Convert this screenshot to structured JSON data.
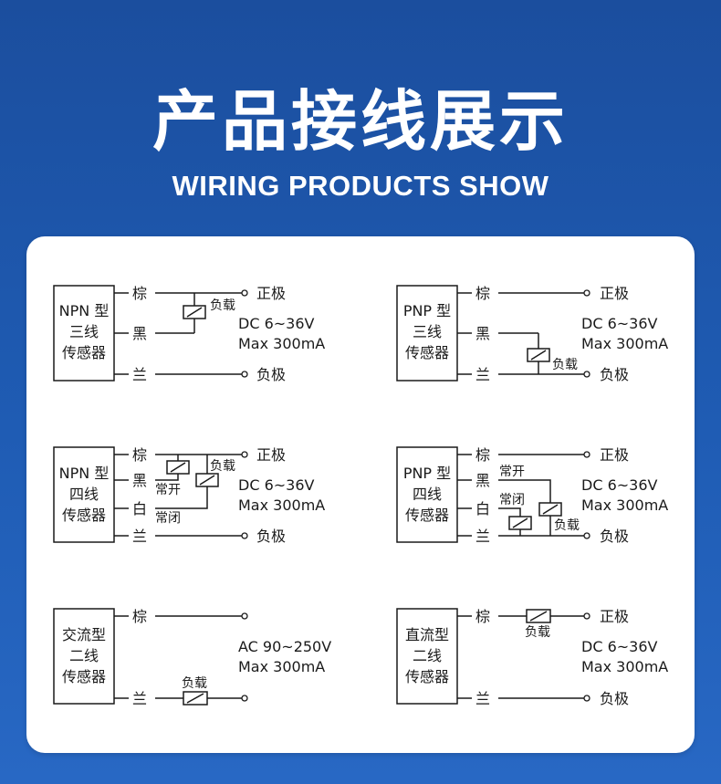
{
  "header": {
    "title": "产品接线展示",
    "subtitle": "WIRING PRODUCTS SHOW"
  },
  "colors": {
    "background": "#1f5cb4",
    "card": "#ffffff",
    "line": "#1a1a1a"
  },
  "wire_labels": {
    "brown": "棕",
    "black": "黑",
    "white": "白",
    "blue": "兰"
  },
  "terminals": {
    "positive": "正极",
    "negative": "负极"
  },
  "components": {
    "load": "负载",
    "normally_open": "常开",
    "normally_closed": "常闭"
  },
  "specs": {
    "dc": "DC    6~36V",
    "ac": "AC 90~250V",
    "max": "Max 300mA"
  },
  "sensors": {
    "npn3": [
      "NPN 型",
      "三线",
      "传感器"
    ],
    "pnp3": [
      "PNP 型",
      "三线",
      "传感器"
    ],
    "npn4": [
      "NPN 型",
      "四线",
      "传感器"
    ],
    "pnp4": [
      "PNP 型",
      "四线",
      "传感器"
    ],
    "ac2": [
      "交流型",
      "二线",
      "传感器"
    ],
    "dc2": [
      "直流型",
      "二线",
      "传感器"
    ]
  }
}
